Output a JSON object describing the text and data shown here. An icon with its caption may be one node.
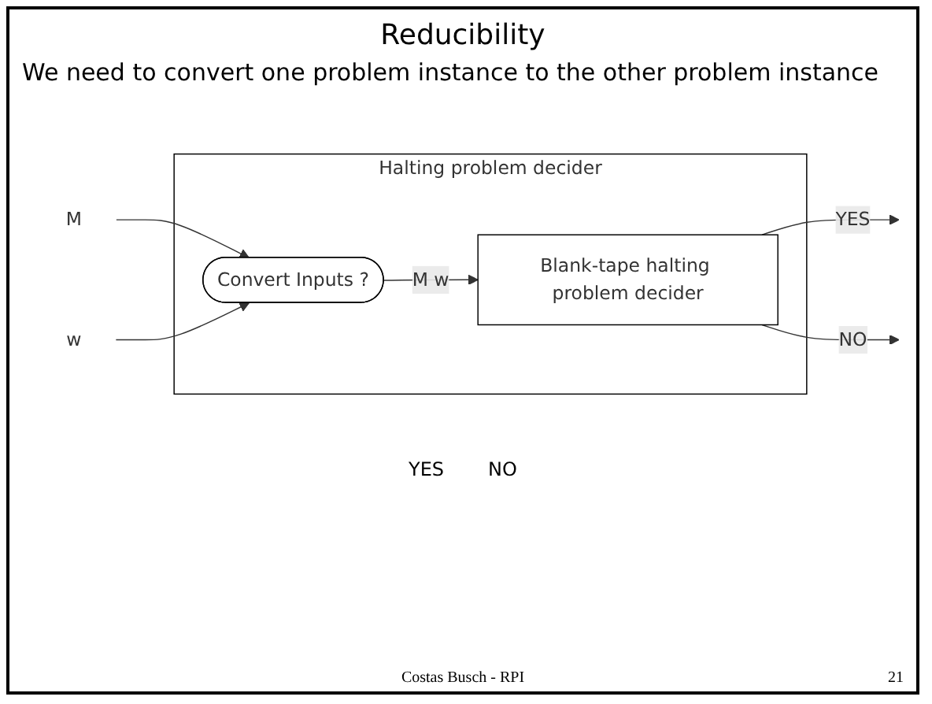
{
  "diagram": {
    "title": "Reducibility",
    "nodes": [
      {
        "text": [
          "Halting problem decider"
        ]
      },
      {
        "text": [
          "M"
        ]
      },
      {
        "text": [
          "w"
        ]
      },
      {
        "text": [
          "Convert Inputs ?"
        ],
        "in": 0
      },
      {
        "text": [
          "Blank-tape halting problem decider"
        ],
        "in": 0
      }
    ],
    "edges": [
      {
        "from": 1,
        "to": 3,
        "arrow": "to"
      },
      {
        "from": 2,
        "to": 3,
        "arrow": "to"
      },
      {
        "from": 3,
        "to": 4,
        "arrow": "to",
        "label": "M w"
      },
      {
        "from": 4,
        "to": null,
        "arrow": "to",
        "label": "YES"
      },
      {
        "from": 4,
        "to": null,
        "arrow": "to",
        "label": "NO"
      }
    ],
    "labels": [
      "We need to convert one problem instance to the other problem instance",
      "YES",
      "NO",
      "Costas Busch - RPI",
      "21"
    ]
  }
}
